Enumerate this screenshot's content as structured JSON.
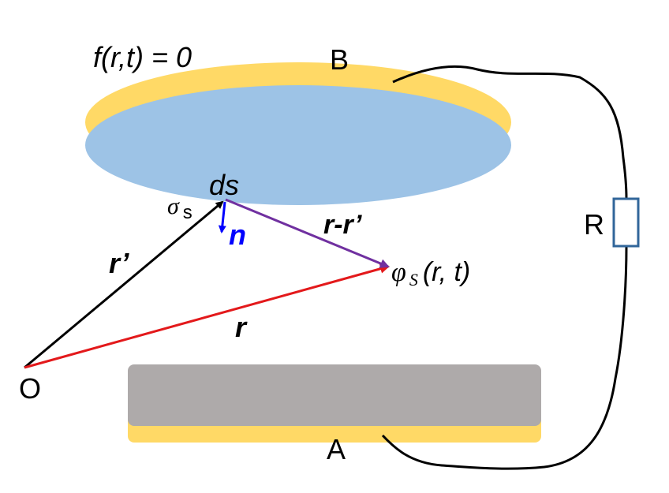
{
  "labels": {
    "surface_equation": "f(r,t) = 0",
    "electrode_b": "B",
    "electrode_a": "A",
    "resistor": "R",
    "surface_element": "ds",
    "sigma_symbol": "σ",
    "sigma_subscript": "s",
    "normal_vector": "n",
    "r_prime_vector": "r’",
    "difference_vector": "r-r’",
    "r_vector": "r",
    "origin": "O",
    "potential_symbol": "φ",
    "potential_subscript": "S",
    "potential_args": "(r,  t)"
  },
  "colors": {
    "electrode_coating": "#FFD966",
    "electrode_b_face": "#9DC3E6",
    "electrode_a_face": "#AEAAAA",
    "r_vector": "#E3191B",
    "r_prime_vector": "#000000",
    "difference_vector": "#7030A0",
    "normal_vector": "#0000FF",
    "resistor_outline": "#31669A",
    "wire": "#000000"
  },
  "icons": {
    "resistor": "resistor-symbol",
    "vector_arrowhead": "arrowhead"
  }
}
